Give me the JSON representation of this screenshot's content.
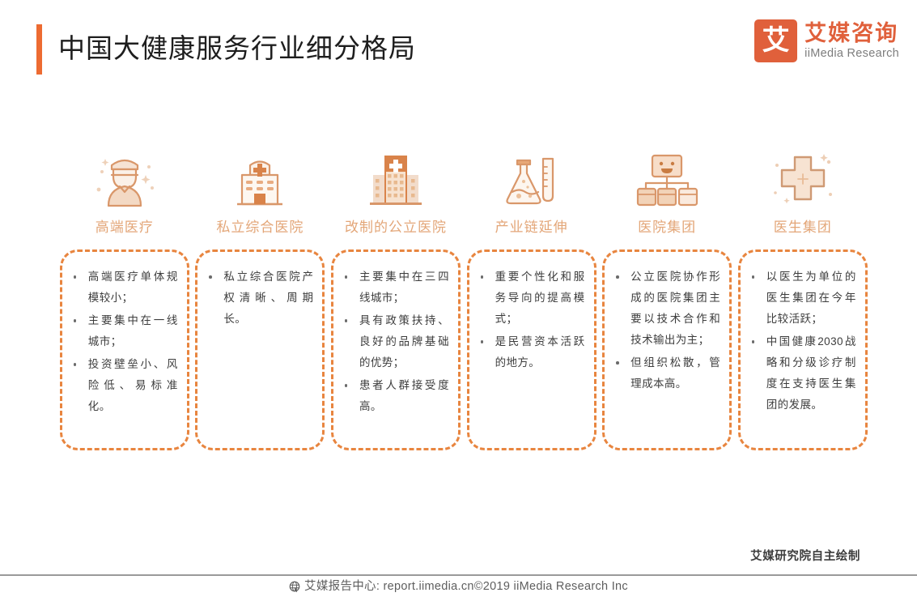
{
  "header": {
    "title": "中国大健康服务行业细分格局",
    "accent_color": "#ed6b32",
    "logo": {
      "mark_glyph": "艾",
      "name_cn": "艾媒咨询",
      "name_en": "iiMedia Research",
      "brand_color": "#e0603b"
    }
  },
  "segments": [
    {
      "icon": "doctor-icon",
      "label": "高端医疗",
      "bullets": [
        "高端医疗单体规模较小；",
        "主要集中在一线城市；",
        "投资壁垒小、风险低、易标准化。"
      ]
    },
    {
      "icon": "clinic-building-icon",
      "label": "私立综合医院",
      "bullets": [
        "私立综合医院产权清晰、周期长。"
      ]
    },
    {
      "icon": "hospital-tower-icon",
      "label": "改制的公立医院",
      "bullets": [
        "主要集中在三四线城市；",
        "具有政策扶持、良好的品牌基础的优势；",
        "患者人群接受度高。"
      ]
    },
    {
      "icon": "flask-icon",
      "label": "产业链延伸",
      "bullets": [
        "重要个性化和服务导向的提高模式；",
        "是民营资本活跃的地方。"
      ]
    },
    {
      "icon": "org-chart-icon",
      "label": "医院集团",
      "bullets": [
        "公立医院协作形成的医院集团主要以技术合作和技术输出为主；",
        "但组织松散，管理成本高。"
      ]
    },
    {
      "icon": "medical-cross-icon",
      "label": "医生集团",
      "bullets": [
        "以医生为单位的医生集团在今年比较活跃；",
        "中国健康2030战略和分级诊疗制度在支持医生集团的发展。"
      ]
    }
  ],
  "footer": {
    "credit": "艾媒研究院自主绘制",
    "bar_text": "艾媒报告中心: report.iimedia.cn©2019 iiMedia Research Inc",
    "globe_icon": "globe-icon"
  },
  "colors": {
    "label_orange": "#e3a678",
    "dashed_border": "#e8853f",
    "icon_fill": "#d9976a",
    "body_text": "#3d3d3d"
  }
}
